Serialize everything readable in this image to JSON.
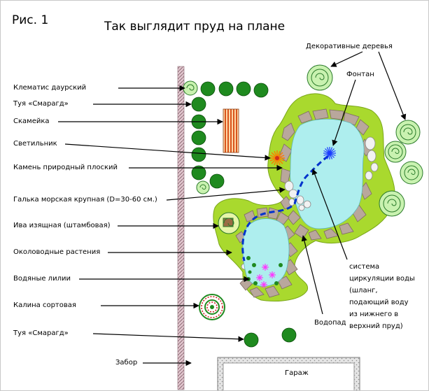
{
  "figure_label": "Рис. 1",
  "title": "Так выглядит пруд на плане",
  "labels": {
    "decorative_trees": "Декоративные деревья",
    "fountain": "Фонтан",
    "clematis": "Клематис даурский",
    "thuja1": "Туя «Смарагд»",
    "bench": "Скамейка",
    "lamp": "Светильник",
    "flat_stone": "Камень природный плоский",
    "pebbles": "Галька морская крупная (D=30-60 см.)",
    "willow": "Ива изящная (штамбовая)",
    "near_water_plants": "Околоводные растения",
    "water_lilies": "Водяные лилии",
    "viburnum": "Калина сортовая",
    "thuja2": "Туя «Смарагд»",
    "fence": "Забор",
    "garage": "Гараж",
    "waterfall": "Водопад",
    "circulation": [
      "система",
      "циркуляции воды",
      "(шланг,",
      "подающий воду",
      "из нижнего в",
      "верхний пруд)"
    ]
  },
  "colors": {
    "water": "#aeeeee",
    "lawn": "#a9d92e",
    "shrub": "#1f8a1f",
    "fence": "#c49aa6",
    "pipe": "#0033cc",
    "lamp": "#ff7a00",
    "bench": "#d9541c",
    "lily": "#ff33ff",
    "stone": "#b9a79c"
  },
  "icons": [
    "fountain-icon",
    "lamp-icon",
    "bench-icon",
    "shrub-icon",
    "tree-icon",
    "stone-icon",
    "water-lily-icon"
  ]
}
